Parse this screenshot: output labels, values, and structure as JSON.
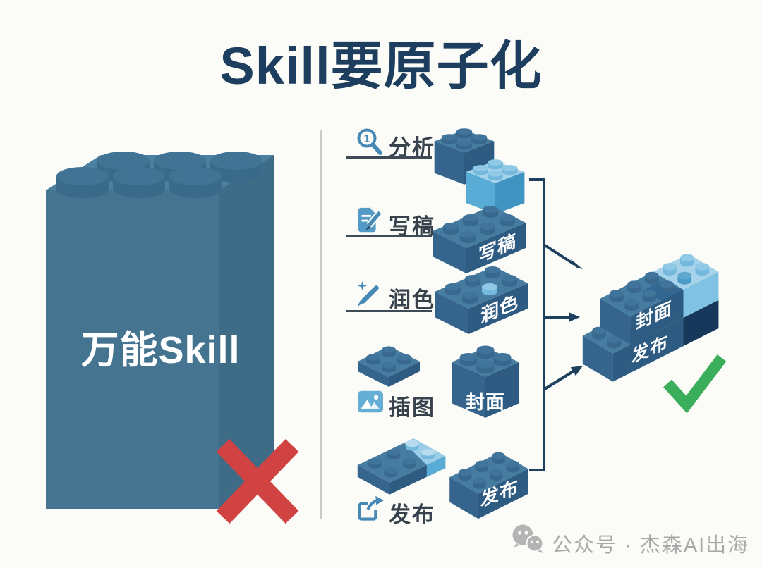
{
  "title": "Skill要原子化",
  "monolith": {
    "label": "万能Skill",
    "verdict_icon": "red-x"
  },
  "steps": [
    {
      "label": "分析",
      "icon": "magnifier-1-icon"
    },
    {
      "label": "写稿",
      "icon": "draft-doc-pencil-icon",
      "brick_label": "写稿"
    },
    {
      "label": "润色",
      "icon": "polish-pencil-sparkle-icon",
      "brick_label": "润色"
    },
    {
      "label": "插图",
      "icon": "image-icon"
    },
    {
      "label": "发布",
      "icon": "share-icon",
      "brick_label": "发布"
    }
  ],
  "cover_brick": {
    "label": "封面"
  },
  "result": {
    "cover_label": "封面",
    "publish_label": "发布",
    "verdict_icon": "green-check"
  },
  "watermark": {
    "text": "公众号 · 杰森AI出海"
  },
  "colors": {
    "title_navy": "#1d3e5e",
    "brick_top": "#477ca1",
    "brick_front": "#2e5b82",
    "light_blue": "#58acd6",
    "deep_navy": "#16395b",
    "red_x": "#d14343",
    "green_check": "#3bae5b"
  }
}
